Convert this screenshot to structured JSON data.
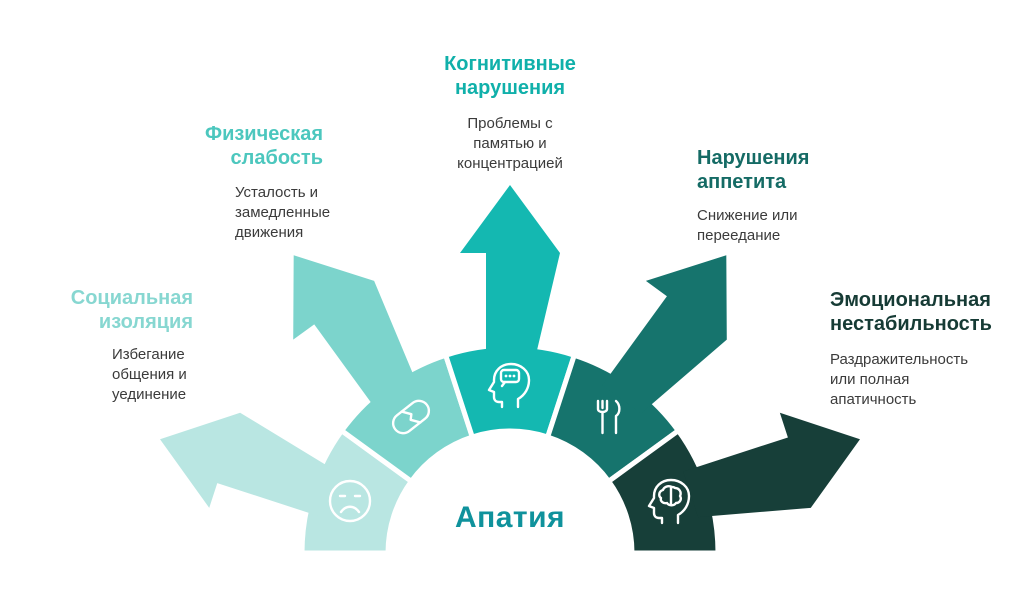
{
  "title": {
    "text": "Апатия",
    "color": "#0f929c"
  },
  "background_color": "#ffffff",
  "text_color": "#3b3b3b",
  "segments": [
    {
      "name": "social-isolation",
      "heading": "Социальная\nизоляция",
      "description": "Избегание\nобщения и\nуединение",
      "color": "#b9e6e2",
      "heading_color": "#87d7d1",
      "icon": "sad-face-icon"
    },
    {
      "name": "physical-weakness",
      "heading": "Физическая\nслабость",
      "description": "Усталость и\nзамедленные\nдвижения",
      "color": "#7cd4cc",
      "heading_color": "#4cc7be",
      "icon": "broken-bone-icon"
    },
    {
      "name": "cognitive-impairment",
      "heading": "Когнитивные\nнарушения",
      "description": "Проблемы с\nпамятью и\nконцентрацией",
      "color": "#14b8b1",
      "heading_color": "#10b0aa",
      "icon": "head-speech-bubble-icon"
    },
    {
      "name": "appetite-disturbance",
      "heading": "Нарушения\nаппетита",
      "description": "Снижение или\nпереедание",
      "color": "#16746d",
      "heading_color": "#156b65",
      "icon": "cutlery-icon"
    },
    {
      "name": "emotional-instability",
      "heading": "Эмоциональная\nнестабильность",
      "description": "Раздражительность\nили полная\nапатичность",
      "color": "#173f39",
      "heading_color": "#163b35",
      "icon": "head-brain-icon"
    }
  ]
}
